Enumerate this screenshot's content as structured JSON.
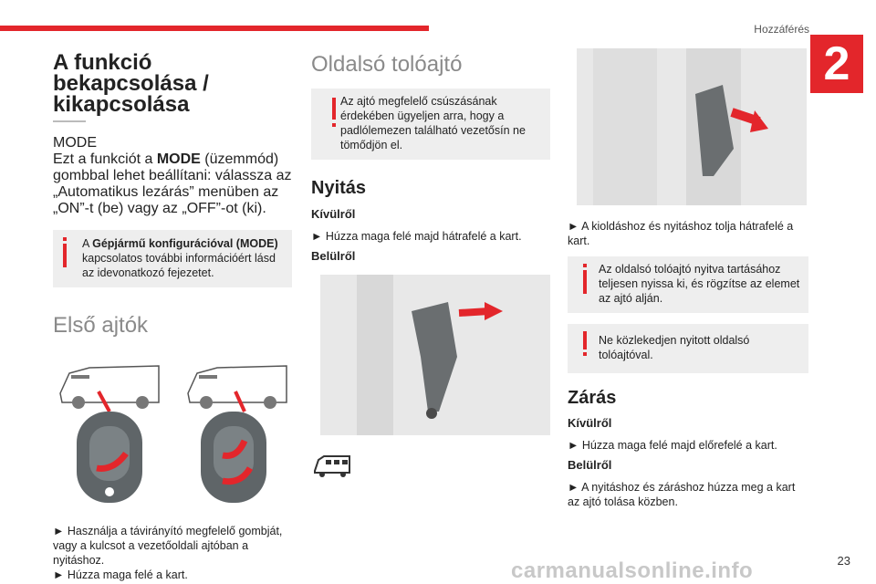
{
  "header": {
    "section": "Hozzáférés",
    "chapter": "2",
    "page_number": "23"
  },
  "watermark": "carmanualsonline.info",
  "col1": {
    "title": "A funkció bekapcsolása / kikapcsolása",
    "mode_badge": "MODE",
    "para1_a": "Ezt a funkciót a ",
    "para1_bold": "MODE",
    "para1_b": " (üzemmód) gombbal lehet beállítani: válassza az „Automatikus lezárás” menüben az „ON”-t (be) vagy az „OFF”-ot (ki).",
    "info_a": "A ",
    "info_bold": "Gépjármű konfigurációval (MODE)",
    "info_b": " kapcsolatos további információért lásd az idevonatkozó fejezetet.",
    "section2": "Első ajtók",
    "step1": "► Használja a távirányító megfelelő gombját, vagy a kulcsot a vezetőoldali ajtóban a nyitáshoz.",
    "step2": "► Húzza maga felé a kart."
  },
  "col2": {
    "title": "Oldalsó tolóajtó",
    "warn": "Az ajtó megfelelő csúszásának érdekében ügyeljen arra, hogy a padlólemezen található vezetősín ne tömődjön el.",
    "h_open": "Nyitás",
    "outside": "Kívülről",
    "outside_step": "► Húzza maga felé majd hátrafelé a kart.",
    "inside": "Belülről"
  },
  "col3": {
    "step_unlock": "► A kioldáshoz és nyitáshoz tolja hátrafelé a kart.",
    "info": "Az oldalsó tolóajtó nyitva tartásához teljesen nyissa ki, és rögzítse az elemet az ajtó alján.",
    "warn": "Ne közlekedjen nyitott oldalsó tolóajtóval.",
    "h_close": "Zárás",
    "outside": "Kívülről",
    "outside_step": "► Húzza maga felé majd előrefelé a kart.",
    "inside": "Belülről",
    "inside_step": "► A nyitáshoz és záráshoz húzza meg a kart az ajtó tolása közben."
  },
  "colors": {
    "accent": "#e3262b",
    "info": "#e3262b",
    "box": "#eeeeee"
  },
  "icons": [
    "info-icon",
    "warning-icon",
    "van-icon",
    "mode-button-icon"
  ]
}
